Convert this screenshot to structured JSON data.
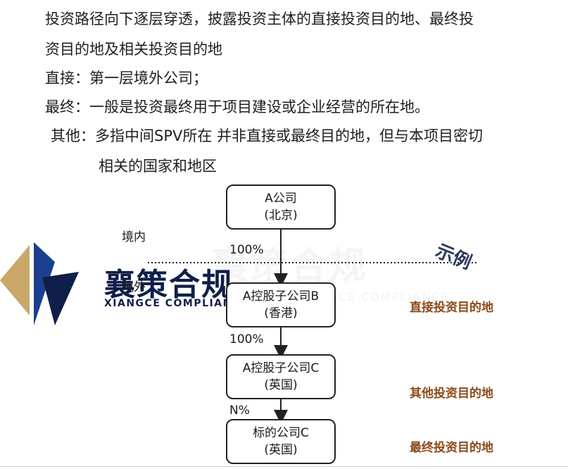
{
  "intro": {
    "line1": "投资路径向下逐层穿透，披露投资主体的直接投资目的地、最终投",
    "line2": "资目的地及相关投资目的地",
    "line3": "直接：第一层境外公司；",
    "line4": "最终：一般是投资最终用于项目建设或企业经营的所在地。",
    "line5": "其他：多指中间SPV所在  并非直接或最终目的地，但与本项目密切",
    "line6": "相关的国家和地区"
  },
  "logo": {
    "name_cn": "襄策合规",
    "name_en": "XIANGCE COMPLIANCE",
    "colors": {
      "navy": "#0f1f4a",
      "gold": "#c9a86a",
      "blue": "#1c3f8f"
    }
  },
  "diagram": {
    "example_label": "示例",
    "domestic_label": "境内",
    "overseas_label": "境外",
    "nodes": [
      {
        "line1": "A公司",
        "line2": "(北京)"
      },
      {
        "line1": "A控股子公司B",
        "line2": "(香港)"
      },
      {
        "line1": "A控股子公司C",
        "line2": "(英国)"
      },
      {
        "line1": "标的公司C",
        "line2": "(英国)"
      }
    ],
    "edges": [
      {
        "label": "100%"
      },
      {
        "label": "100%"
      },
      {
        "label": "N%"
      }
    ],
    "side_labels": [
      "直接投资目的地",
      "其他投资目的地",
      "最终投资目的地"
    ],
    "side_label_color": "#8a4a1a"
  }
}
